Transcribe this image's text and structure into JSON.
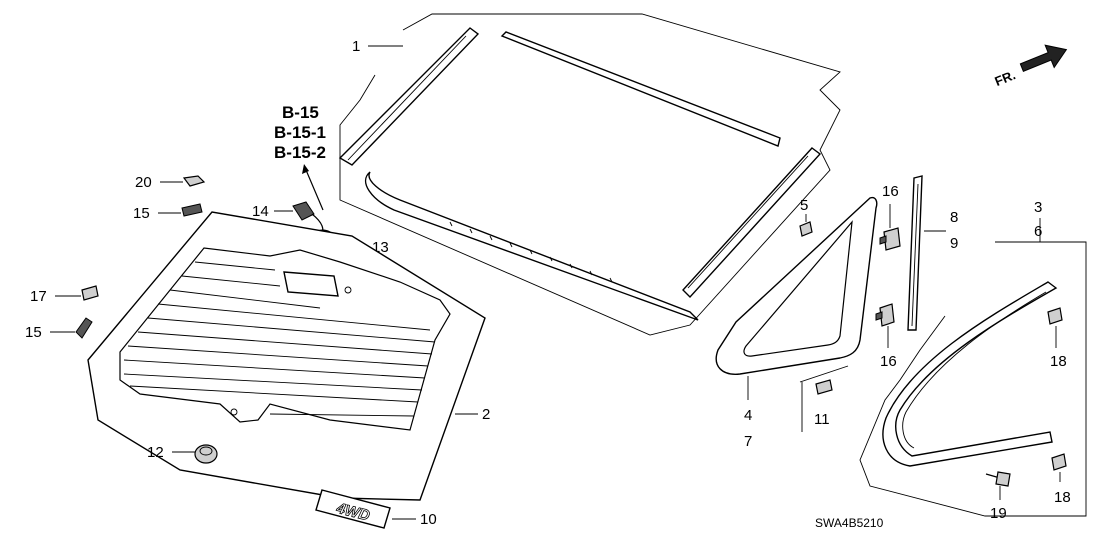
{
  "callouts": {
    "c1": "1",
    "c2": "2",
    "c3": "3",
    "c4": "4",
    "c5": "5",
    "c6": "6",
    "c7": "7",
    "c8": "8",
    "c9": "9",
    "c10": "10",
    "c11": "11",
    "c12": "12",
    "c13": "13",
    "c14": "14",
    "c15a": "15",
    "c15b": "15",
    "c16a": "16",
    "c16b": "16",
    "c17": "17",
    "c18a": "18",
    "c18b": "18",
    "c19": "19",
    "c20": "20"
  },
  "references": [
    "B-15",
    "B-15-1",
    "B-15-2"
  ],
  "direction_label": "FR.",
  "emblem_text": "4WD",
  "diagram_code": "SWA4B5210"
}
